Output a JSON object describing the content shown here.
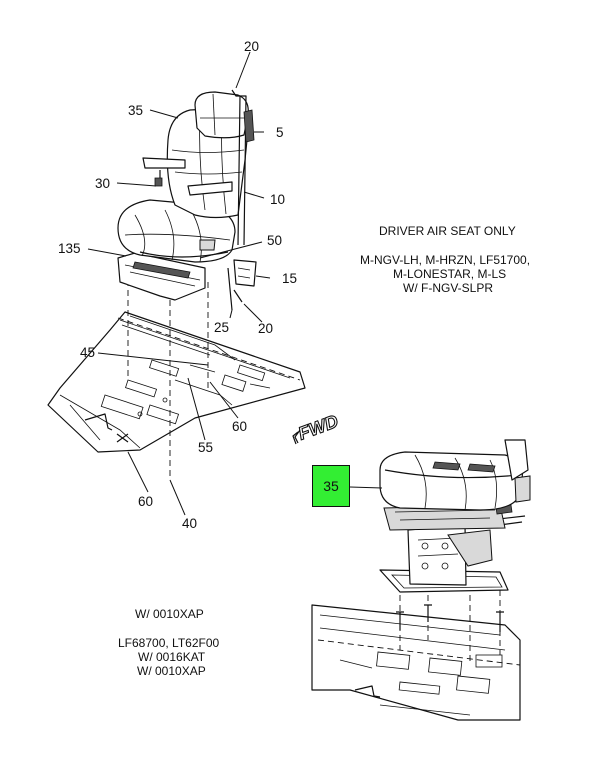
{
  "callouts": {
    "c20_top": "20",
    "c35": "35",
    "c5": "5",
    "c30": "30",
    "c10": "10",
    "c135": "135",
    "c50": "50",
    "c15": "15",
    "c25": "25",
    "c20_bottom": "20",
    "c45": "45",
    "c60_right": "60",
    "c55": "55",
    "c60_left": "60",
    "c40": "40"
  },
  "fwd_label": "FWD",
  "highlight": {
    "label": "35",
    "color": "#33ee33"
  },
  "notes": {
    "driver_air_seat": "DRIVER AIR SEAT ONLY",
    "models_line1": "M-NGV-LH, M-HRZN, LF51700,",
    "models_line2": "M-LONESTAR, M-LS",
    "models_line3": "W/ F-NGV-SLPR",
    "w_0010xap": "W/ 0010XAP",
    "lf_line1": "LF68700, LT62F00",
    "lf_line2": "W/ 0016KAT",
    "lf_line3": "W/ 0010XAP"
  }
}
